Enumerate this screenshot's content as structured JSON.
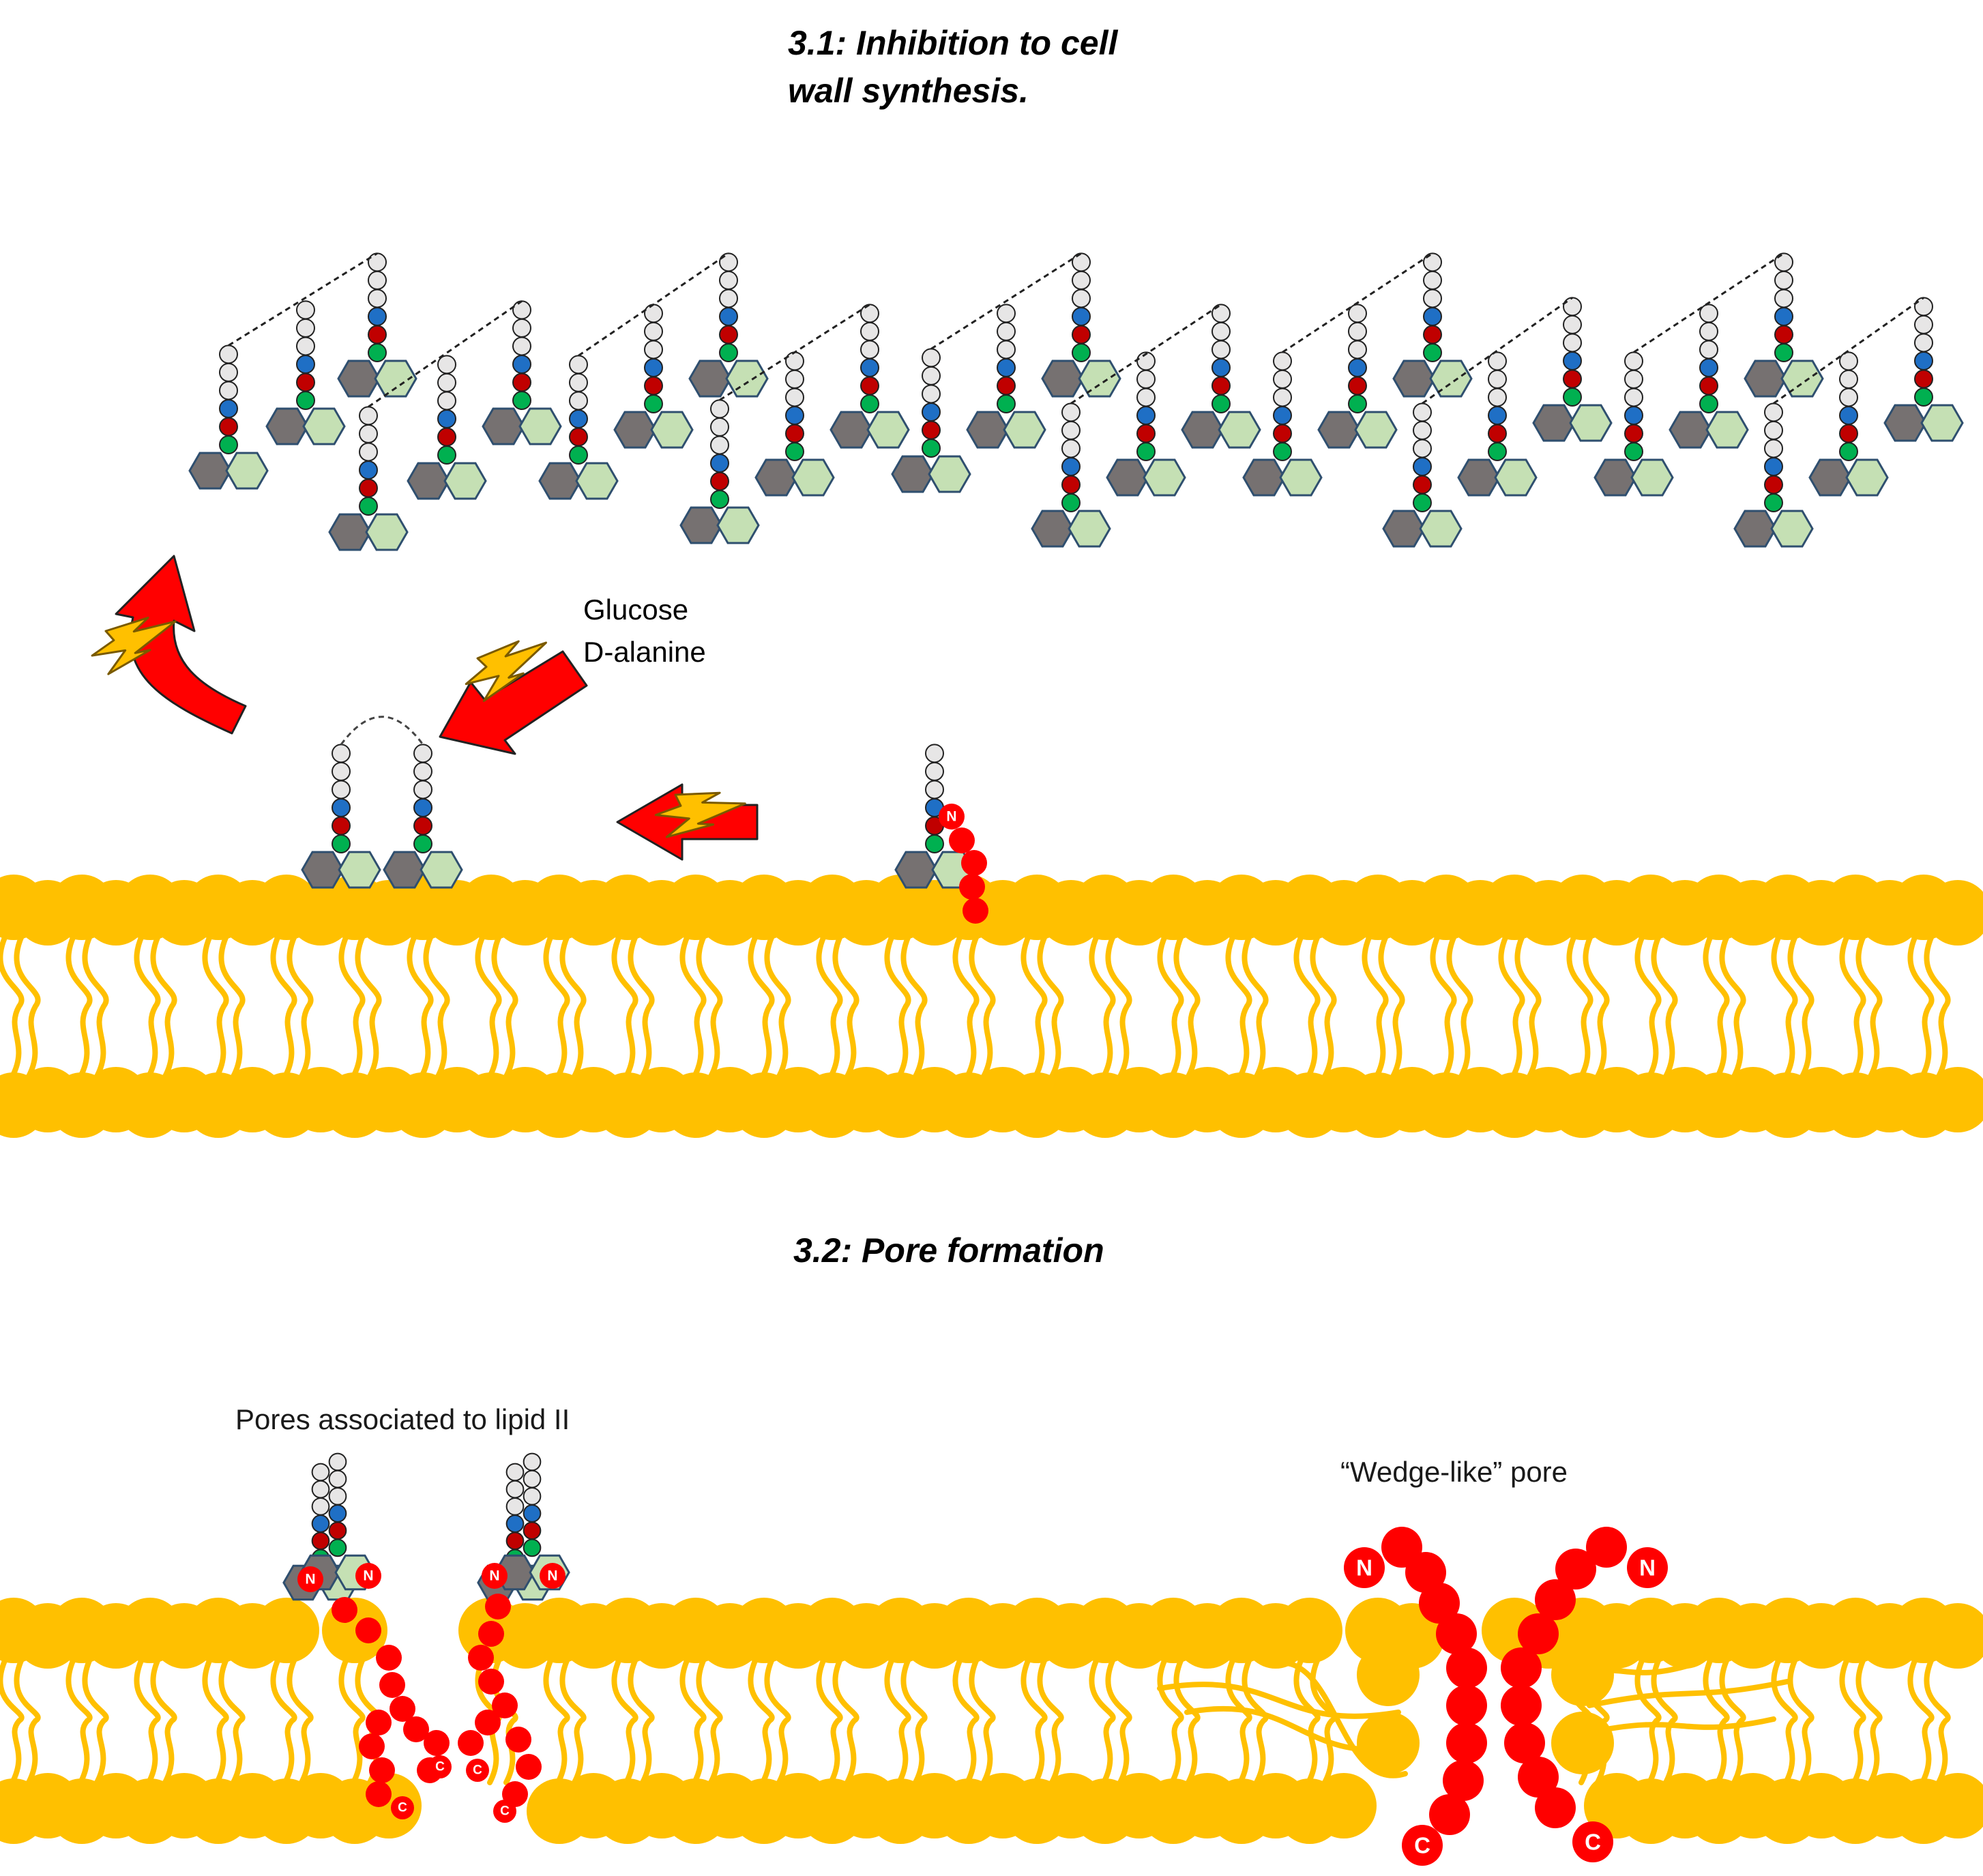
{
  "section1": {
    "title_line1": "3.1: Inhibition to cell",
    "title_line2": "wall synthesis.",
    "sugar_label_line1": "Glucose",
    "sugar_label_line2": "D-alanine"
  },
  "section2": {
    "title": "3.2: Pore formation",
    "label_lipid_pores": "Pores associated to lipid II",
    "label_wedge_pore": "“Wedge-like” pore"
  },
  "terminals": {
    "n": "N",
    "c": "C"
  },
  "icons": [
    "lightning-bolt-icon",
    "red-arrow-icon"
  ],
  "colors": {
    "lipid": "#FFC000",
    "peptide": "#FF0000",
    "sugar_dark": "#767171",
    "sugar_light": "#C5E0B4",
    "bead_white": "#E7E6E6",
    "bead_blue": "#1F6FC5",
    "bead_red": "#C00000",
    "bead_green": "#00B050",
    "bolt": "#FFC000",
    "label_red": "#FF0000"
  }
}
